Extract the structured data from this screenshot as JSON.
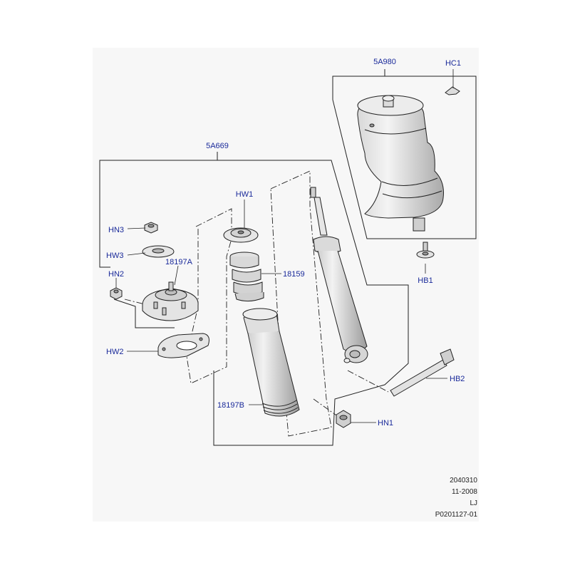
{
  "labels": {
    "air_spring": "5A980",
    "hc1": "HC1",
    "shock_assembly": "5A669",
    "hw1": "HW1",
    "hn3": "HN3",
    "hw3": "HW3",
    "mount": "18197A",
    "hn2": "HN2",
    "bump_stop": "18159",
    "hb1": "HB1",
    "hw2": "HW2",
    "hb2": "HB2",
    "dust_boot": "18197B",
    "hn1": "HN1"
  },
  "footer": {
    "line1": "2040310",
    "line2": "11-2008",
    "line3": "LJ",
    "line4": "P0201127-01"
  },
  "colors": {
    "label": "#1a2a9a",
    "line": "#222222",
    "part_light": "#e6e6e6",
    "part_mid": "#c8c8c8",
    "part_dark": "#9a9a9a"
  }
}
